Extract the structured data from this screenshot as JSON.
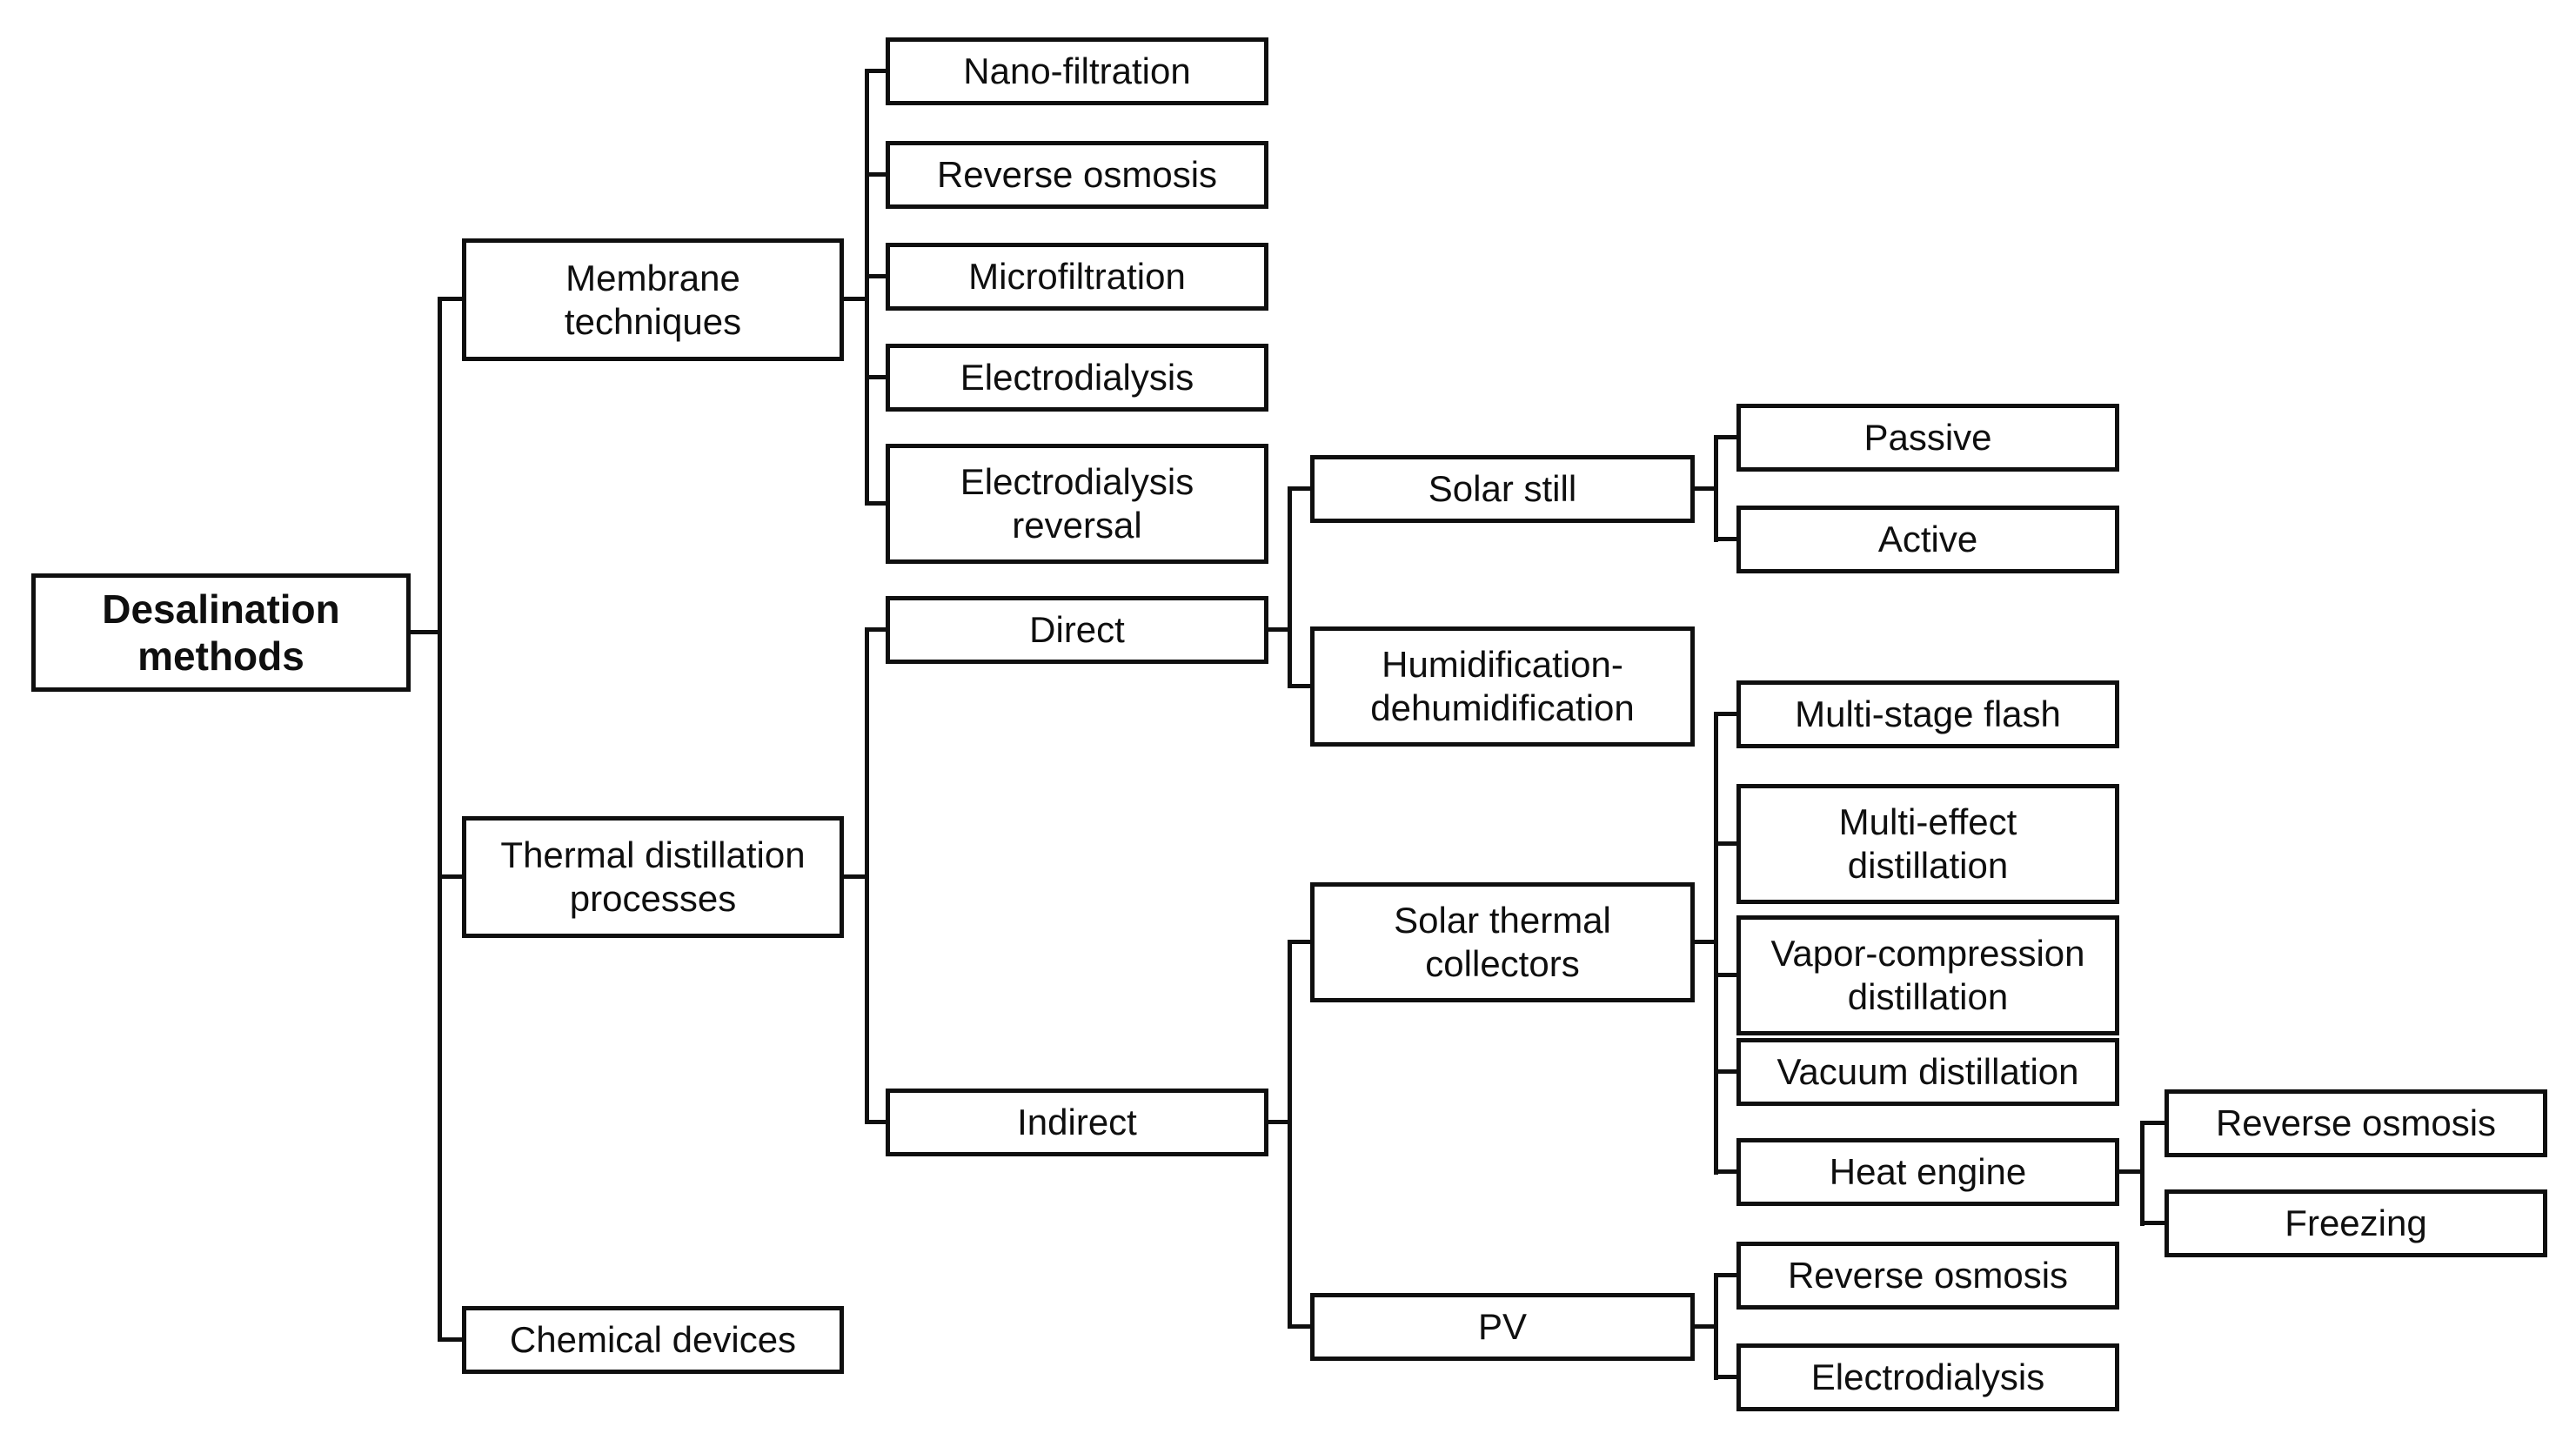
{
  "diagram_title": "Desalination methods",
  "colors": {
    "line": "#0f0f0f",
    "box_border": "#0f0f0f",
    "box_fill": "#ffffff",
    "background": "#ffffff"
  },
  "tree": {
    "label": "Desalination methods",
    "children": [
      {
        "label": "Membrane techniques",
        "children": [
          {
            "label": "Nano-filtration"
          },
          {
            "label": "Reverse osmosis"
          },
          {
            "label": "Microfiltration"
          },
          {
            "label": "Electrodialysis"
          },
          {
            "label": "Electrodialysis reversal"
          }
        ]
      },
      {
        "label": "Thermal distillation processes",
        "children": [
          {
            "label": "Direct",
            "children": [
              {
                "label": "Solar still",
                "children": [
                  {
                    "label": "Passive"
                  },
                  {
                    "label": "Active"
                  }
                ]
              },
              {
                "label": "Humidification-dehumidification"
              }
            ]
          },
          {
            "label": "Indirect",
            "children": [
              {
                "label": "Solar thermal collectors",
                "children": [
                  {
                    "label": "Multi-stage flash"
                  },
                  {
                    "label": "Multi-effect distillation"
                  },
                  {
                    "label": "Vapor-compression distillation"
                  },
                  {
                    "label": "Vacuum distillation"
                  },
                  {
                    "label": "Heat engine",
                    "children": [
                      {
                        "label": "Reverse osmosis"
                      },
                      {
                        "label": "Freezing"
                      }
                    ]
                  }
                ]
              },
              {
                "label": "PV",
                "children": [
                  {
                    "label": "Reverse osmosis"
                  },
                  {
                    "label": "Electrodialysis"
                  }
                ]
              }
            ]
          }
        ]
      },
      {
        "label": "Chemical devices"
      }
    ]
  }
}
